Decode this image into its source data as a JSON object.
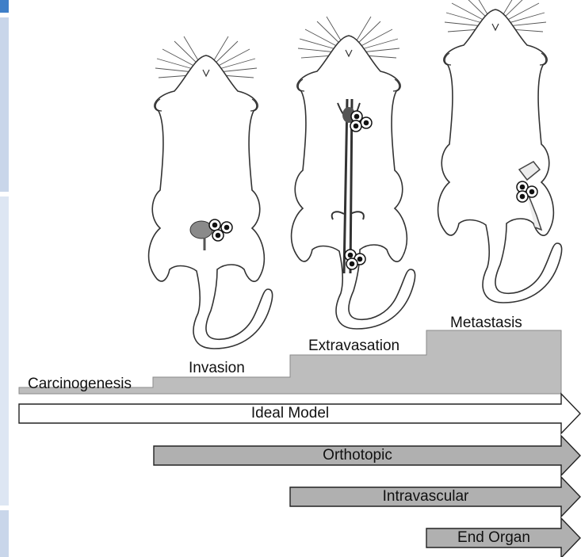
{
  "stages": [
    {
      "id": "carcinogenesis",
      "label": "Carcinogenesis"
    },
    {
      "id": "invasion",
      "label": "Invasion"
    },
    {
      "id": "extravasation",
      "label": "Extravasation"
    },
    {
      "id": "metastasis",
      "label": "Metastasis"
    }
  ],
  "models": [
    {
      "id": "ideal",
      "label": "Ideal Model"
    },
    {
      "id": "orthotopic",
      "label": "Orthotopic"
    },
    {
      "id": "intravascular",
      "label": "Intravascular"
    },
    {
      "id": "end-organ",
      "label": "End Organ"
    }
  ],
  "colors": {
    "step_fill": "#bdbdbd",
    "arrow_fill": "#b0b0b0",
    "ideal_fill": "#ffffff",
    "outline": "#222222",
    "strip": "#c9d6ea",
    "strip_accent": "#3f7fc8"
  }
}
